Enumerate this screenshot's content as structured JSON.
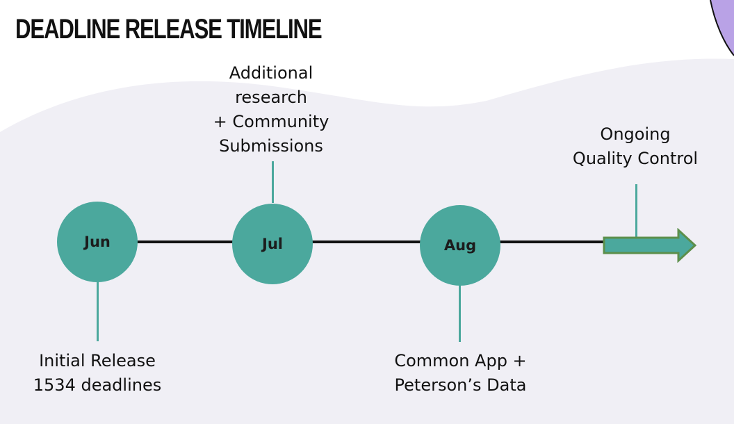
{
  "title": "DEADLINE RELEASE TIMELINE",
  "colors": {
    "node": "#4ba89d",
    "stem": "#4ba89d",
    "line": "#111111",
    "background_wave": "#f0eff5",
    "accent_purple": "#b9a2e6"
  },
  "timeline": {
    "nodes": [
      {
        "label": "Jun",
        "caption_lines": [
          "Initial Release",
          "1534 deadlines"
        ]
      },
      {
        "label": "Jul",
        "caption_lines": [
          "Additional",
          "research",
          "+ Community",
          "Submissions"
        ]
      },
      {
        "label": "Aug",
        "caption_lines": [
          "Common App +",
          "Peterson’s Data"
        ]
      }
    ],
    "ongoing": {
      "caption_lines": [
        "Ongoing",
        "Quality Control"
      ]
    }
  }
}
